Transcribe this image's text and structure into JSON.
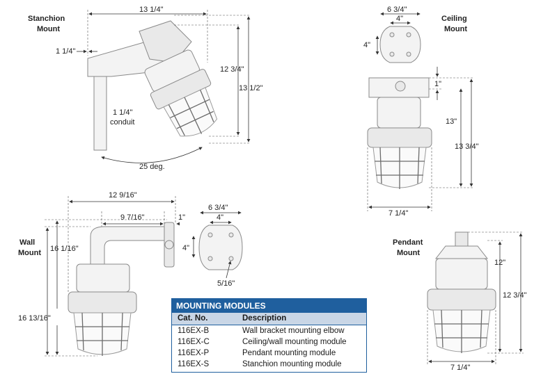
{
  "views": {
    "stanchion": {
      "title_line1": "Stanchion",
      "title_line2": "Mount",
      "width": "13 1/4\"",
      "offset": "1 1/4\"",
      "height_inner": "12 3/4\"",
      "height_outer": "13 1/2\"",
      "conduit_line1": "1 1/4\"",
      "conduit_line2": "conduit",
      "angle": "25 deg."
    },
    "ceiling": {
      "title_line1": "Ceiling",
      "title_line2": "Mount",
      "plate_width": "6 3/4\"",
      "hole_spacing_w": "4\"",
      "hole_spacing_h": "4\"",
      "top_offset": "1\"",
      "height_inner": "13\"",
      "height_outer": "13 3/4\"",
      "width": "7 1/4\""
    },
    "wall": {
      "title_line1": "Wall",
      "title_line2": "Mount",
      "width_outer": "12 9/16\"",
      "width_inner": "9 7/16\"",
      "plate_depth": "1\"",
      "plate_width": "6 3/4\"",
      "hole_spacing_w": "4\"",
      "hole_spacing_h": "4\"",
      "hole_size": "5/16\"",
      "height_inner": "16 1/16\"",
      "height_outer": "16 13/16\""
    },
    "pendant": {
      "title_line1": "Pendant",
      "title_line2": "Mount",
      "height_inner": "12\"",
      "height_outer": "12 3/4\"",
      "width": "7 1/4\""
    }
  },
  "table": {
    "title": "MOUNTING MODULES",
    "headers": [
      "Cat. No.",
      "Description"
    ],
    "rows": [
      {
        "cat": "116EX-B",
        "desc": "Wall bracket mounting elbow"
      },
      {
        "cat": "116EX-C",
        "desc": "Ceiling/wall mounting module"
      },
      {
        "cat": "116EX-P",
        "desc": "Pendant mounting module"
      },
      {
        "cat": "116EX-S",
        "desc": "Stanchion mounting module"
      }
    ]
  }
}
